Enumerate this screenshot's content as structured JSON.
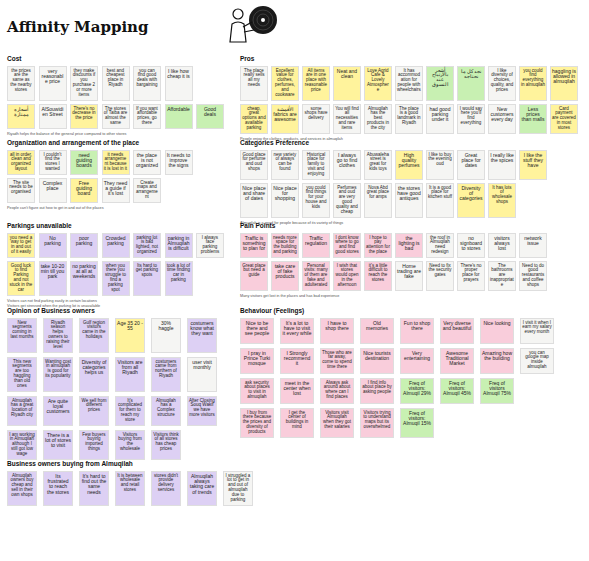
{
  "diagram": {
    "title": "Affinity Mapping",
    "nodes": [
      {
        "text": [
          "the prices are the same as the nearby stores"
        ]
      },
      {
        "text": [
          "very reasonable price"
        ]
      },
      {
        "text": [
          "they make discounts if you purchase 2 or more items"
        ]
      },
      {
        "text": [
          "best and cheapest place in Riyadh"
        ]
      },
      {
        "text": [
          "you can find good deals with bargaining"
        ]
      },
      {
        "text": [
          "I like how cheap it is"
        ]
      },
      {
        "text": [
          "أسعاره ممتازة"
        ]
      },
      {
        "text": [
          "AlSouwidien Street"
        ]
      },
      {
        "text": [
          "There's no decrease in the price"
        ]
      },
      {
        "text": [
          "The stores of Taiba are almost the same"
        ]
      },
      {
        "text": [
          "If you want affordable prices, go there"
        ]
      },
      {
        "text": [
          "Affordable"
        ]
      },
      {
        "text": [
          "Good deals"
        ]
      },
      {
        "text": [
          "The place really sells all my needs"
        ]
      },
      {
        "text": [
          "Excellent value for clothes, perfumes, and cookware"
        ]
      },
      {
        "text": [
          "All items are in one place with reasonable price"
        ]
      },
      {
        "text": [
          "Neat and clean"
        ]
      },
      {
        "text": [
          "Love Agrid Cafe & Lovely Atmosphere"
        ]
      },
      {
        "text": [
          "It has accommodation for people with wheelchairs"
        ]
      },
      {
        "text": [
          "أشعر بالارتياح عند التسوق"
        ]
      },
      {
        "text": [
          "نجد كل ما نحتاجه"
        ]
      },
      {
        "text": [
          "I like diversity of choices, quality, and prices"
        ]
      },
      {
        "text": [
          "you could find everything in almuqilah"
        ]
      },
      {
        "text": [
          "haggling is allowed in almuqilah"
        ]
      },
      {
        "text": [
          "cheap, great options and available parking"
        ]
      },
      {
        "text": [
          "الأقمشة fabrics are awesome"
        ]
      },
      {
        "text": [
          "some shops have delivery"
        ]
      },
      {
        "text": [
          "You will find all necessities and rare items"
        ]
      },
      {
        "text": [
          "Almuqilah has the best products in the city"
        ]
      },
      {
        "text": [
          "The place is a good landmark in Riyadh"
        ]
      },
      {
        "text": [
          "had good parking under it"
        ]
      },
      {
        "text": [
          "I would say here you'll find everything"
        ]
      },
      {
        "text": [
          "New customers every day"
        ]
      },
      {
        "text": [
          "Less prices than malls"
        ]
      },
      {
        "text": [
          "Card payment are covered in most stores"
        ]
      },
      {
        "text": [
          "all in order, clean and organized layout"
        ]
      },
      {
        "text": [
          "I couldn't find the stores I wanted"
        ]
      },
      {
        "text": [
          "need guiding boards"
        ]
      },
      {
        "text": [
          "it needs arrangement because it is lost in it"
        ]
      },
      {
        "text": [
          "the place is not organized"
        ]
      },
      {
        "text": [
          "It needs to improve the signs"
        ]
      },
      {
        "text": [
          "The site needs to be organised"
        ]
      },
      {
        "text": [
          "Complex place"
        ]
      },
      {
        "text": [
          "Free guiding board"
        ]
      },
      {
        "text": [
          "They need a guide if it's lost"
        ]
      },
      {
        "text": [
          "Create maps and arrangement"
        ]
      },
      {
        "text": [
          "Good place for perfume and oud shops"
        ]
      },
      {
        "text": [
          "new variety of always can be found"
        ]
      },
      {
        "text": [
          "Historical place for family to visit and enjoying"
        ]
      },
      {
        "text": [
          "I always go to find clothes"
        ]
      },
      {
        "text": [
          "Abuwaleha street is great for kids toys"
        ]
      },
      {
        "text": [
          "High quality perfumes"
        ]
      },
      {
        "text": [
          "I like to buy the evening oud"
        ]
      },
      {
        "text": [
          "Great place for dates"
        ]
      },
      {
        "text": [
          "I really like the spices"
        ]
      },
      {
        "text": [
          "I like the stuff they have"
        ]
      },
      {
        "text": [
          "Nice place and share of dates"
        ]
      },
      {
        "text": [
          "Nice place for shopping"
        ]
      },
      {
        "text": [
          "you could find things for your house and kids"
        ]
      },
      {
        "text": [
          "Perfumes and oud are very good quality and cheap"
        ]
      },
      {
        "text": [
          "Nova Abd great place for amps"
        ]
      },
      {
        "text": [
          "the stores have good antiques"
        ]
      },
      {
        "text": [
          "It is a good place for kitchen stuff"
        ]
      },
      {
        "text": [
          "Diversity of categories"
        ]
      },
      {
        "text": [
          "It has lots of wholesale shops"
        ]
      },
      {
        "text": [
          "you need a way to get in and out of it easily"
        ]
      },
      {
        "text": [
          "No parking"
        ]
      },
      {
        "text": [
          "poor parking"
        ]
      },
      {
        "text": [
          "Crowded parking"
        ]
      },
      {
        "text": [
          "parking lot is bad lighted, not organized"
        ]
      },
      {
        "text": [
          "parking in Almuqilah is difficult"
        ]
      },
      {
        "text": [
          "I always face parking problems"
        ]
      },
      {
        "text": [
          "Good luck to find Parking and not stuck in the car"
        ]
      },
      {
        "text": [
          "take 10-20 min till you park"
        ]
      },
      {
        "text": [
          "no parking at all at weekends"
        ]
      },
      {
        "text": [
          "when you there you struggle to find a parking spot"
        ]
      },
      {
        "text": [
          "Its hard to get parking spots"
        ]
      },
      {
        "text": [
          "took a lot of time finding car in parking"
        ]
      },
      {
        "text": [
          "Traffic is something to plan for"
        ]
      },
      {
        "text": [
          "needs more space for the building and parking"
        ]
      },
      {
        "text": [
          "Traffic regulation"
        ]
      },
      {
        "text": [
          "I dont know where to go and find good stores"
        ]
      },
      {
        "text": [
          "I hope to pay attention for the place"
        ]
      },
      {
        "text": [
          "the lighting is bad"
        ]
      },
      {
        "text": [
          "the roof in Almuqilah need redesign"
        ]
      },
      {
        "text": [
          "no signboard to stores"
        ]
      },
      {
        "text": [
          "visitors always lost"
        ]
      },
      {
        "text": [
          "network issue"
        ]
      },
      {
        "text": [
          "Great place but need a guide"
        ]
      },
      {
        "text": [
          "take care of fake products"
        ]
      },
      {
        "text": [
          "Personal visits: many of them are fake and adulterated"
        ]
      },
      {
        "text": [
          "I wish that stores would open in the afternoon"
        ]
      },
      {
        "text": [
          "it's a little difficult to reach the stores"
        ]
      },
      {
        "text": [
          "Home trading are fake"
        ]
      },
      {
        "text": [
          "Need to fix the security gates"
        ]
      },
      {
        "text": [
          "There's no proper place for prayers"
        ]
      },
      {
        "text": [
          "The bathrooms are inappropriate"
        ]
      },
      {
        "text": [
          "Need to do good restaurants and coffee shops"
        ]
      },
      {
        "text": [
          "New segments coming in last months"
        ]
      },
      {
        "text": [
          "Riyadh season helps owners to raising their level"
        ]
      },
      {
        "text": [
          "Gulf region visitors came in the holidays"
        ]
      },
      {
        "text": [
          "Age 35 20 - 55"
        ]
      },
      {
        "text": [
          "30% haggle"
        ]
      },
      {
        "text": [
          "costumers know what they want"
        ]
      },
      {
        "text": [
          "This new segments are too haggling than old ones"
        ]
      },
      {
        "text": [
          "Wanting cost in almuqilah is good for its popularity"
        ]
      },
      {
        "text": [
          "Diversity of categories helps us"
        ]
      },
      {
        "text": [
          "Visitors are from all Riyadh"
        ]
      },
      {
        "text": [
          "costumers came from northern of Riyadh"
        ]
      },
      {
        "text": [
          "user visit monthly"
        ]
      },
      {
        "text": [
          "Almuqilah has a great location of Riyadh city"
        ]
      },
      {
        "text": [
          "Are quite loyal customers"
        ]
      },
      {
        "text": [
          "We sell from different prices"
        ]
      },
      {
        "text": [
          "It's complicated for them to reach my store"
        ]
      },
      {
        "text": [
          "Almuqilah has a Complex structure"
        ]
      },
      {
        "text": [
          "After Closing Souq Wakif we have more visitors"
        ]
      },
      {
        "text": [
          "I am working in Almuqilah although I still got low wage"
        ]
      },
      {
        "text": [
          "There is a lot of stores to visit"
        ]
      },
      {
        "text": [
          "Few buyers buying imported things"
        ]
      },
      {
        "text": [
          "Visitors buying from the wholesale"
        ]
      },
      {
        "text": [
          "Visitors think of all stores has cheap prices"
        ]
      },
      {
        "text": [
          "Nice to be there and see people"
        ]
      },
      {
        "text": [
          "It's a lot to have to visit it every while"
        ]
      },
      {
        "text": [
          "I have to shop there"
        ]
      },
      {
        "text": [
          "Old memories"
        ]
      },
      {
        "text": [
          "Fun to shop there"
        ]
      },
      {
        "text": [
          "Very diverse and beautiful"
        ]
      },
      {
        "text": [
          "Nice looking"
        ]
      },
      {
        "text": [
          "I visit it when I earn my salary every month"
        ]
      },
      {
        "text": [
          "I pray in Prince Turki mosque"
        ]
      },
      {
        "text": [
          "I Strongly recommend it"
        ]
      },
      {
        "text": [
          "Those who are far away, come to spend time there"
        ]
      },
      {
        "text": [
          "Nice tourists destination"
        ]
      },
      {
        "text": [
          "Very entertaining"
        ]
      },
      {
        "text": [
          "Awesome Traditional Market"
        ]
      },
      {
        "text": [
          "Amazing how the building"
        ]
      },
      {
        "text": [
          "you can google map inside almuqilah"
        ]
      },
      {
        "text": [
          "ask security about places to visit in almuqilah"
        ]
      },
      {
        "text": [
          "meet in the center when lost"
        ]
      },
      {
        "text": [
          "Always ask around about where can I find places"
        ]
      },
      {
        "text": [
          "I find info about place by asking people"
        ]
      },
      {
        "text": [
          "Freq of visitors: Almuqil 29%"
        ]
      },
      {
        "text": [
          "Freq of visitors: Almuqil 45%"
        ]
      },
      {
        "text": [
          "Freq of visitors Almuqil 75%"
        ]
      },
      {
        "text": [
          "I buy from there because the prices and diversity of products"
        ]
      },
      {
        "text": [
          "I get the center of buildings in mind"
        ]
      },
      {
        "text": [
          "Visitors visit Almuqilah when they got their salaries"
        ]
      },
      {
        "text": [
          "Visitors trying to understand maps but its overwhelmed"
        ]
      },
      {
        "text": [
          "Freq of visitors: Almuqil 15%"
        ]
      },
      {
        "text": [
          "Almuqilah owners buy cheap and sell in their own shops"
        ]
      },
      {
        "text": [
          "Its frustrated to reach the stores"
        ]
      },
      {
        "text": [
          "It's hard to find out the same needs"
        ]
      },
      {
        "text": [
          "It is between wholesale and retail stores"
        ]
      },
      {
        "text": [
          "stores didn't provide delivery services"
        ]
      },
      {
        "text": [
          "Almuqilah always taking care of trends"
        ]
      },
      {
        "text": [
          "I struggled a lot to get in and out of almuqilah due to parking"
        ]
      }
    ],
    "labels": [
      "Cost",
      "Riyadh helps the balance of the general price compared to other stores",
      "Pros",
      "People enjoy the clothes, products, and services in almuqilah",
      "Organization and arrangement of the place",
      "People can't figure out how to get in and out of the places",
      "Categories Preference",
      "Almuqilah is a good for people because of its variety of things",
      "Parkings unavailable",
      "Visitors can not find parking easily in certain locations",
      "Visitors get stressed when the parking lot is unavailable",
      "Pain Points",
      "Many visitors get lost in the places and has bad experience",
      "Opinion of Business owners",
      "Behaviour (Feelings)",
      "Business owners buying from Almuqilah"
    ]
  }
}
